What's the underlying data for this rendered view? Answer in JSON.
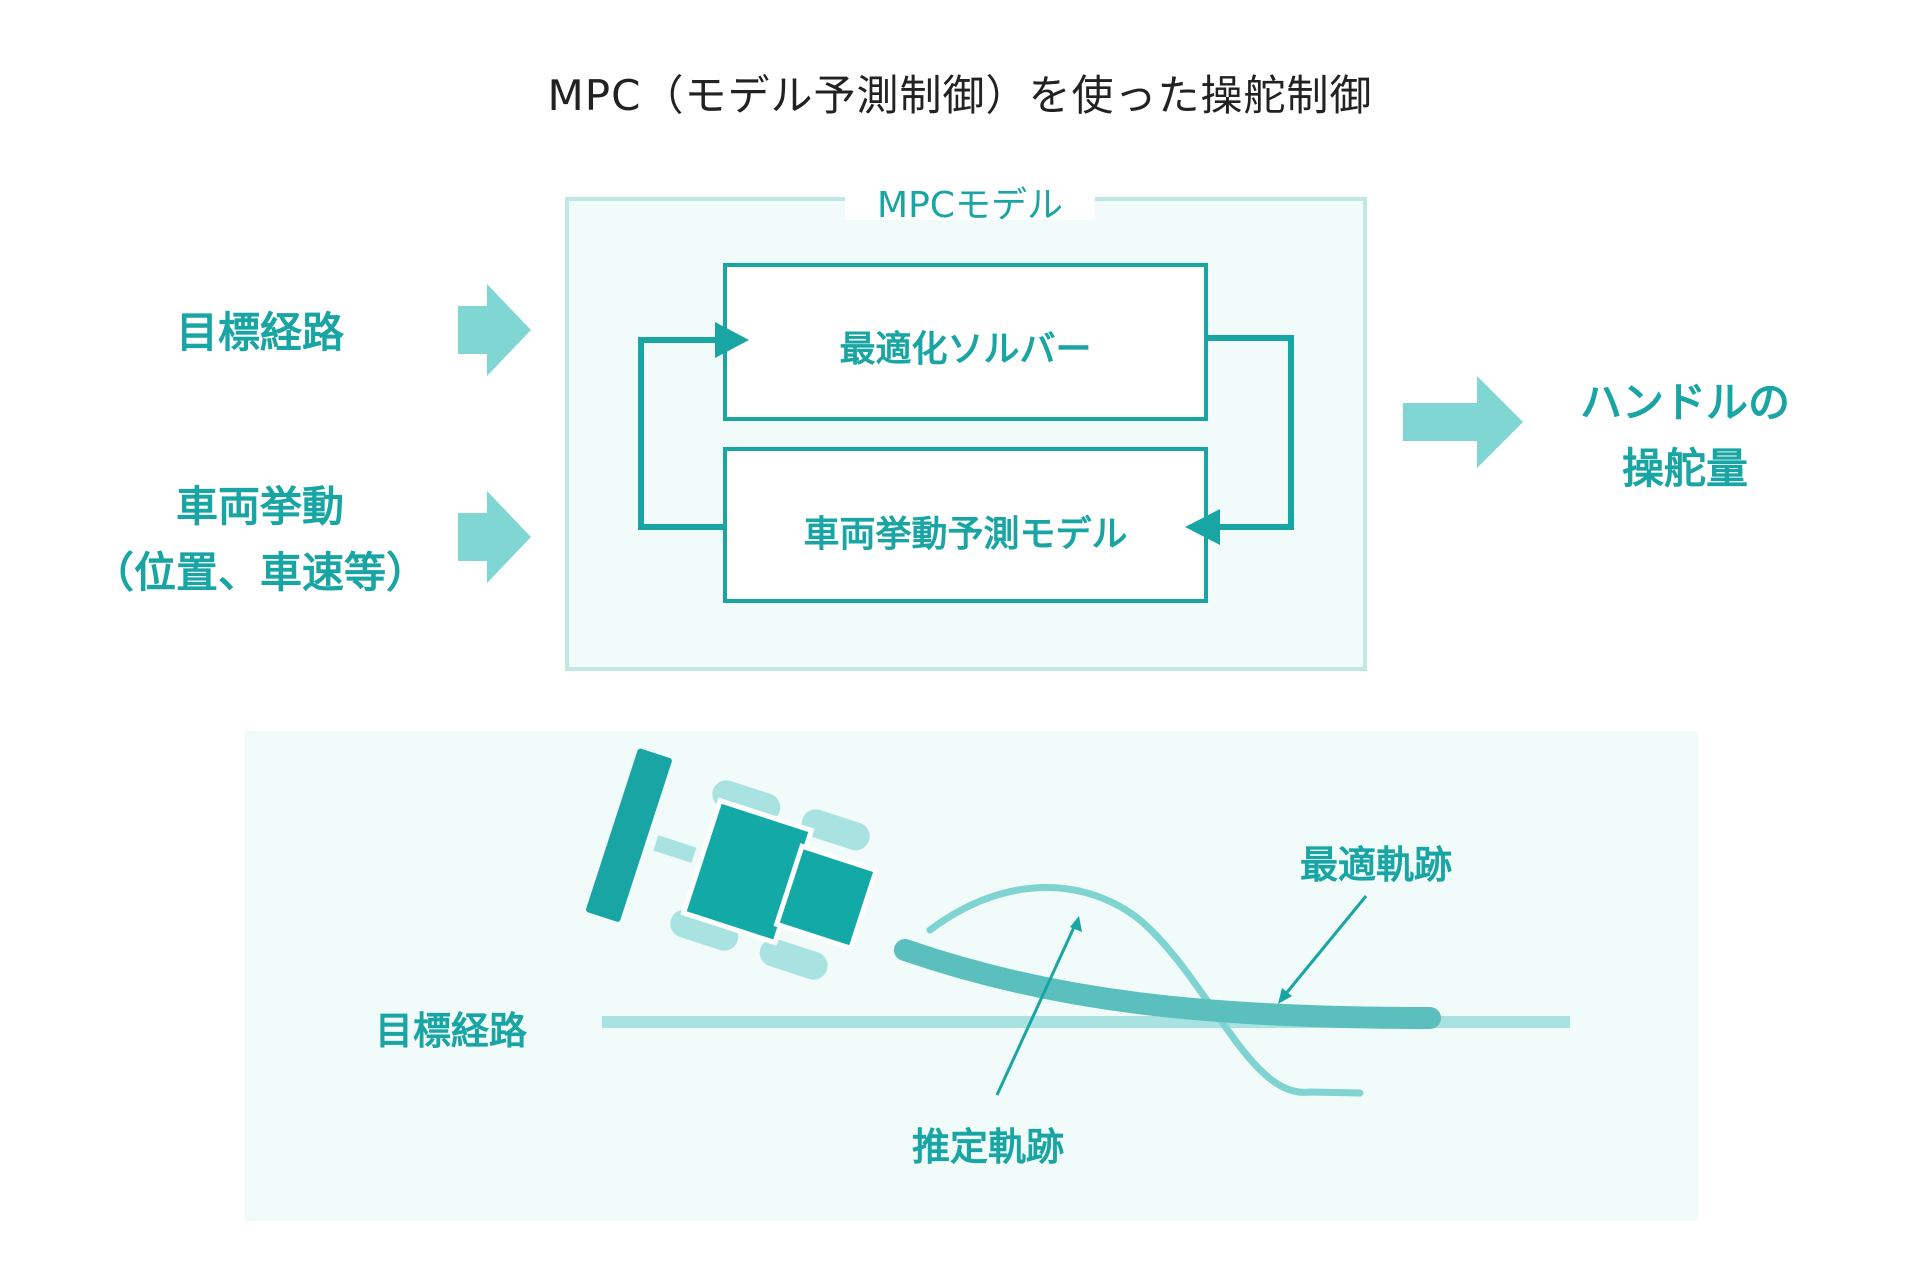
{
  "title": "MPC（モデル予測制御）を使った操舵制御",
  "diagram": {
    "model_frame_label": "MPCモデル",
    "solver_label": "最適化ソルバー",
    "predict_model_label": "車両挙動予測モデル",
    "inputs": [
      {
        "lines": [
          "目標経路"
        ]
      },
      {
        "lines": [
          "車両挙動",
          "（位置、車速等）"
        ]
      }
    ],
    "output": {
      "lines": [
        "ハンドルの",
        "操舵量"
      ]
    }
  },
  "illustration": {
    "target_path_label": "目標経路",
    "optimal_trajectory_label": "最適軌跡",
    "estimated_trajectory_label": "推定軌跡"
  },
  "colors": {
    "accent": "#18a5a3",
    "arrow_light": "#7fd6d3",
    "frame": "#bfe7e5",
    "frame_bg": "#f1fbfa",
    "path_line": "#a9e3e1",
    "optimal_curve": "#5bbfbd",
    "estimated_curve": "#7fd3d0"
  }
}
